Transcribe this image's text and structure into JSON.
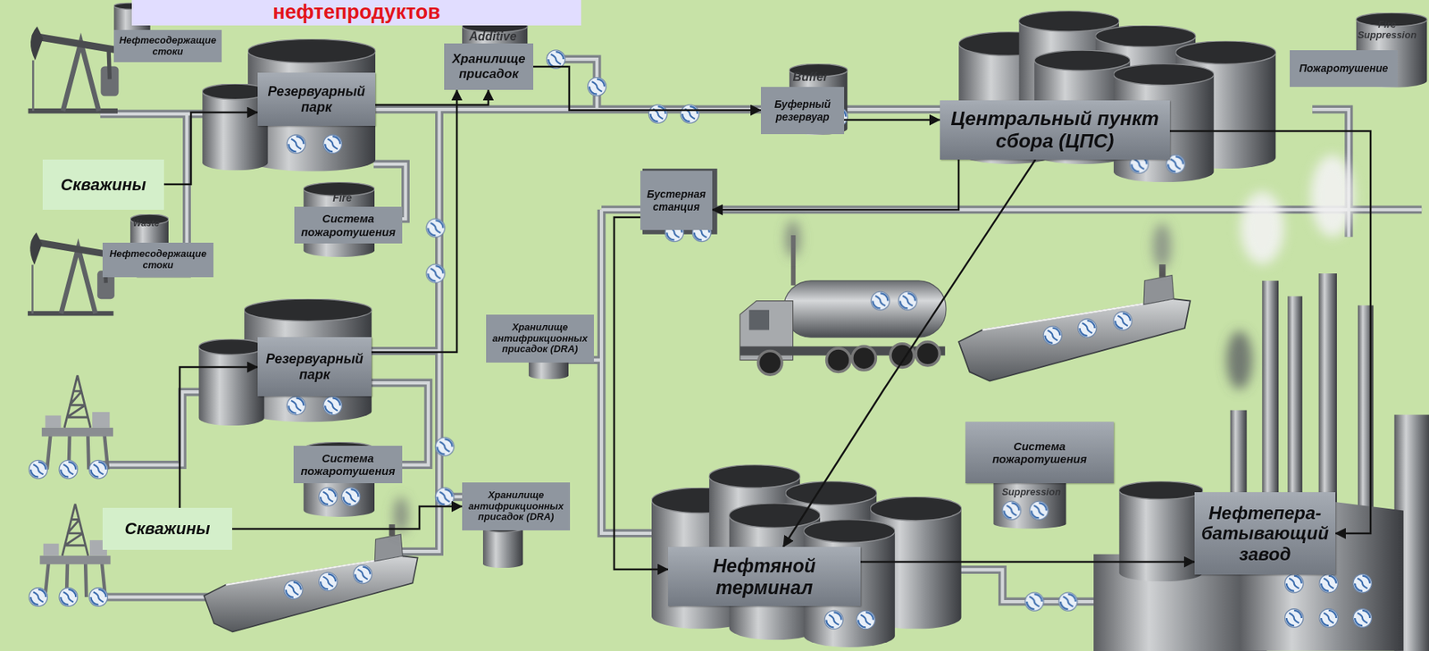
{
  "diagram": {
    "title": "нефтепродуктов",
    "nodes": [
      {
        "text": [
          "Нефтесодержащие стоки"
        ]
      },
      {
        "text": [
          "Резервуарный парк"
        ]
      },
      {
        "text": [
          "Хранилище присадок"
        ]
      },
      {
        "text": [
          "Буферный резервуар"
        ]
      },
      {
        "text": [
          "Центральный пункт сбора (ЦПС)"
        ]
      },
      {
        "text": [
          "Пожаротушение"
        ]
      },
      {
        "text": [
          "Скважины"
        ]
      },
      {
        "text": [
          "Система пожаротушения"
        ]
      },
      {
        "text": [
          "Бустерная станция"
        ]
      },
      {
        "text": [
          "Нефтесодержащие стоки"
        ]
      },
      {
        "text": [
          "Хранилище антифрикционных присадок (DRA)"
        ]
      },
      {
        "text": [
          "Резервуарный парк"
        ]
      },
      {
        "text": [
          "Система пожаротушения"
        ]
      },
      {
        "text": [
          "Система пожаротушения"
        ]
      },
      {
        "text": [
          "Хранилище антифрикционных присадок (DRA)"
        ]
      },
      {
        "text": [
          "Нефтепера- батывающий завод"
        ]
      },
      {
        "text": [
          "Скважины"
        ]
      },
      {
        "text": [
          "Нефтяной терминал"
        ]
      }
    ],
    "edges": [
      {
        "from": 6,
        "to": 1,
        "arrow": "to"
      },
      {
        "from": 1,
        "to": 2,
        "arrow": "to"
      },
      {
        "from": 2,
        "to": 3,
        "arrow": "to"
      },
      {
        "from": 3,
        "to": 4,
        "arrow": "to"
      },
      {
        "from": 11,
        "to": 2,
        "arrow": "to"
      },
      {
        "from": 16,
        "to": 11,
        "arrow": "to"
      },
      {
        "from": 16,
        "to": 14,
        "arrow": "to"
      },
      {
        "from": 4,
        "to": 8,
        "arrow": "to"
      },
      {
        "from": 8,
        "to": 17,
        "arrow": "to"
      },
      {
        "from": 4,
        "to": 17,
        "arrow": "to"
      },
      {
        "from": 4,
        "to": 15,
        "arrow": "to"
      },
      {
        "from": 17,
        "to": 15,
        "arrow": "to"
      }
    ],
    "labels": [
      "Additive",
      "Buffer",
      "Fire",
      "Waste",
      "Suppression",
      "Fire Suppression"
    ]
  }
}
